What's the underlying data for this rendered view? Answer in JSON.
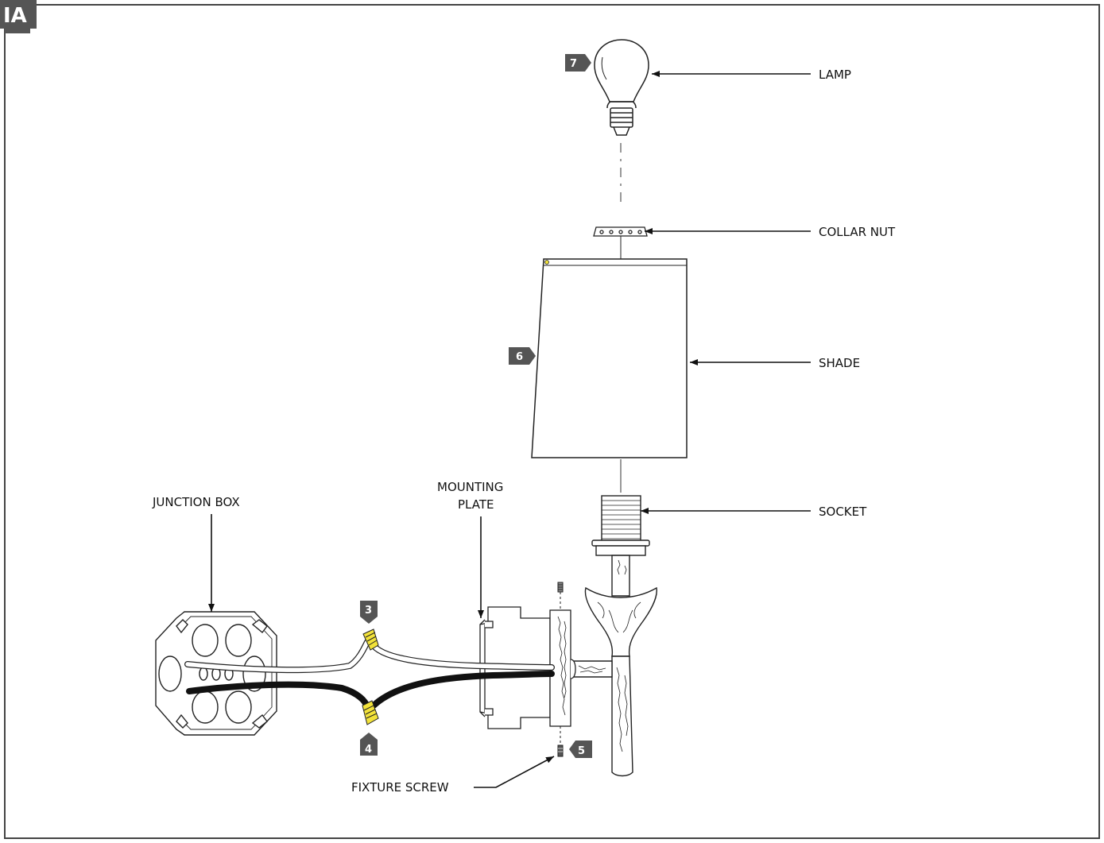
{
  "figure_label": "IA",
  "labels": {
    "lamp": "LAMP",
    "collar_nut": "COLLAR NUT",
    "shade": "SHADE",
    "socket": "SOCKET",
    "junction_box": "JUNCTION BOX",
    "mounting_plate_line1": "MOUNTING",
    "mounting_plate_line2": "PLATE",
    "fixture_screw": "FIXTURE SCREW"
  },
  "steps": {
    "step3": "3",
    "step4": "4",
    "step5": "5",
    "step6": "6",
    "step7": "7"
  },
  "colors": {
    "badge": "#555555",
    "wire_nut": "#f2e23a",
    "frame": "#444444",
    "black_wire": "#111111"
  }
}
